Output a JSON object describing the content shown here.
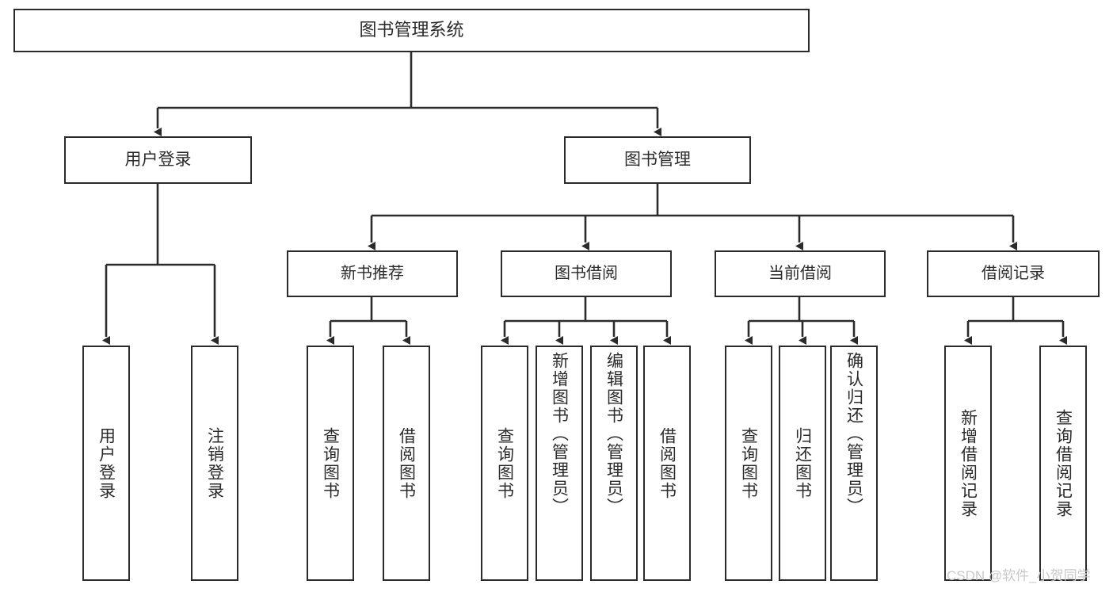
{
  "diagram": {
    "type": "hierarchy-tree",
    "title": "图书管理系统",
    "watermark": "CSDN @软件_小贺同学",
    "colors": {
      "border": "#2b2b2b",
      "background": "#ffffff",
      "text": "#2b2b2b",
      "watermark": "#c9c9c9"
    },
    "root": {
      "label": "图书管理系统"
    },
    "level1": [
      {
        "label": "用户登录"
      },
      {
        "label": "图书管理"
      }
    ],
    "level2": [
      {
        "label": "新书推荐"
      },
      {
        "label": "图书借阅"
      },
      {
        "label": "当前借阅"
      },
      {
        "label": "借阅记录"
      }
    ],
    "leaves": {
      "user_login": [
        {
          "label": "用户登录"
        },
        {
          "label": "注销登录"
        }
      ],
      "new_book_recommend": [
        {
          "label": "查询图书"
        },
        {
          "label": "借阅图书"
        }
      ],
      "book_borrow": [
        {
          "label": "查询图书"
        },
        {
          "label": "新增图书（管理员）"
        },
        {
          "label": "编辑图书（管理员）"
        },
        {
          "label": "借阅图书"
        }
      ],
      "current_borrow": [
        {
          "label": "查询图书"
        },
        {
          "label": "归还图书"
        },
        {
          "label": "确认归还（管理员）"
        }
      ],
      "borrow_record": [
        {
          "label": "新增借阅记录"
        },
        {
          "label": "查询借阅记录"
        }
      ]
    }
  }
}
